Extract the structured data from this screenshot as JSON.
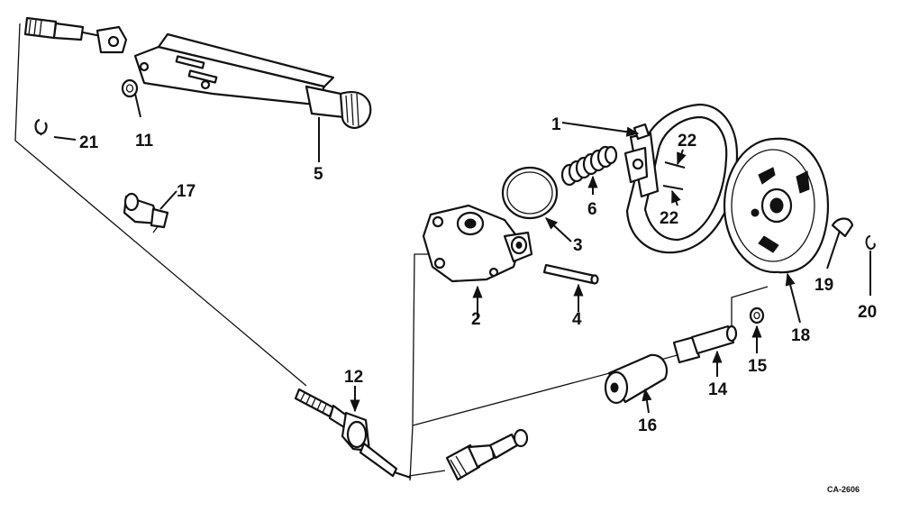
{
  "diagram": {
    "labels": {
      "p1": "1",
      "p2": "2",
      "p3": "3",
      "p4": "4",
      "p5": "5",
      "p6": "6",
      "p11": "11",
      "p12": "12",
      "p14": "14",
      "p15": "15",
      "p16": "16",
      "p17": "17",
      "p18": "18",
      "p19": "19",
      "p20": "20",
      "p21": "21",
      "p22a": "22",
      "p22b": "22"
    },
    "drawing_code": "CA-2606"
  }
}
